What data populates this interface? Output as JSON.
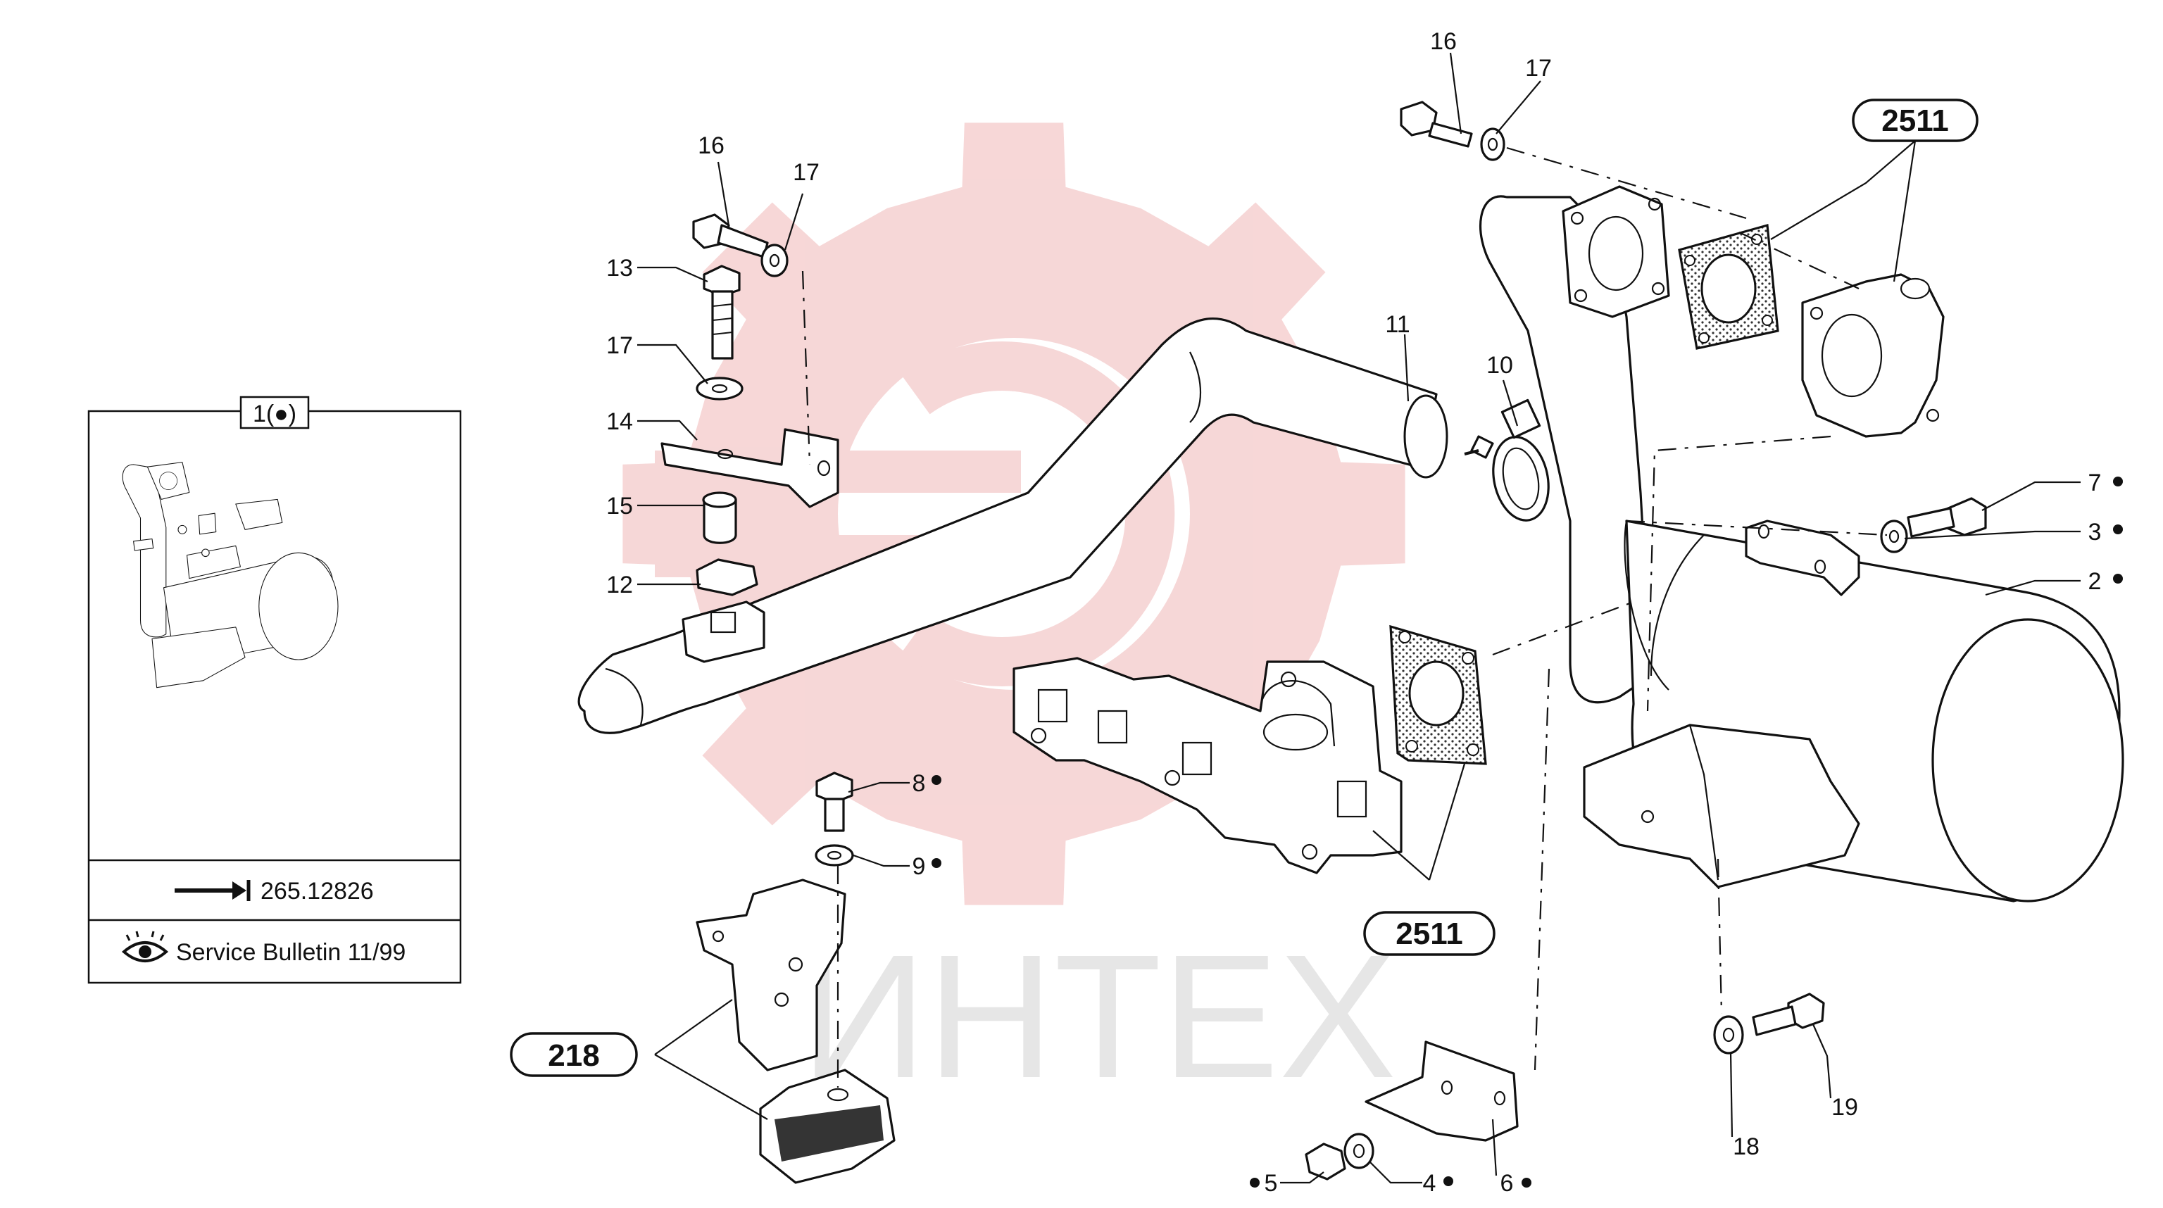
{
  "watermark": {
    "text": "ИНТЕХ",
    "gear_color": "#f6d3d3",
    "text_color": "#e6e6e6"
  },
  "callouts": [
    {
      "label": "16",
      "dot": false
    },
    {
      "label": "17",
      "dot": false
    },
    {
      "label": "13",
      "dot": false
    },
    {
      "label": "17",
      "dot": false
    },
    {
      "label": "14",
      "dot": false
    },
    {
      "label": "15",
      "dot": false
    },
    {
      "label": "12",
      "dot": false
    },
    {
      "label": "11",
      "dot": false
    },
    {
      "label": "10",
      "dot": false
    },
    {
      "label": "16",
      "dot": false
    },
    {
      "label": "17",
      "dot": false
    },
    {
      "label": "7",
      "dot": true
    },
    {
      "label": "3",
      "dot": true
    },
    {
      "label": "2",
      "dot": true
    },
    {
      "label": "8",
      "dot": true
    },
    {
      "label": "9",
      "dot": true
    },
    {
      "label": "5",
      "dot": true
    },
    {
      "label": "4",
      "dot": true
    },
    {
      "label": "6",
      "dot": true
    },
    {
      "label": "18",
      "dot": false
    },
    {
      "label": "19",
      "dot": false
    }
  ],
  "refs": {
    "top_right": "2511",
    "middle": "2511",
    "left": "218"
  },
  "inset": {
    "title": "1(●)",
    "cross_reference": "265.12826",
    "bulletin": "Service Bulletin 11/99",
    "arrow_icon": "arrow-to-bar-icon",
    "eye_icon": "eye-icon"
  }
}
